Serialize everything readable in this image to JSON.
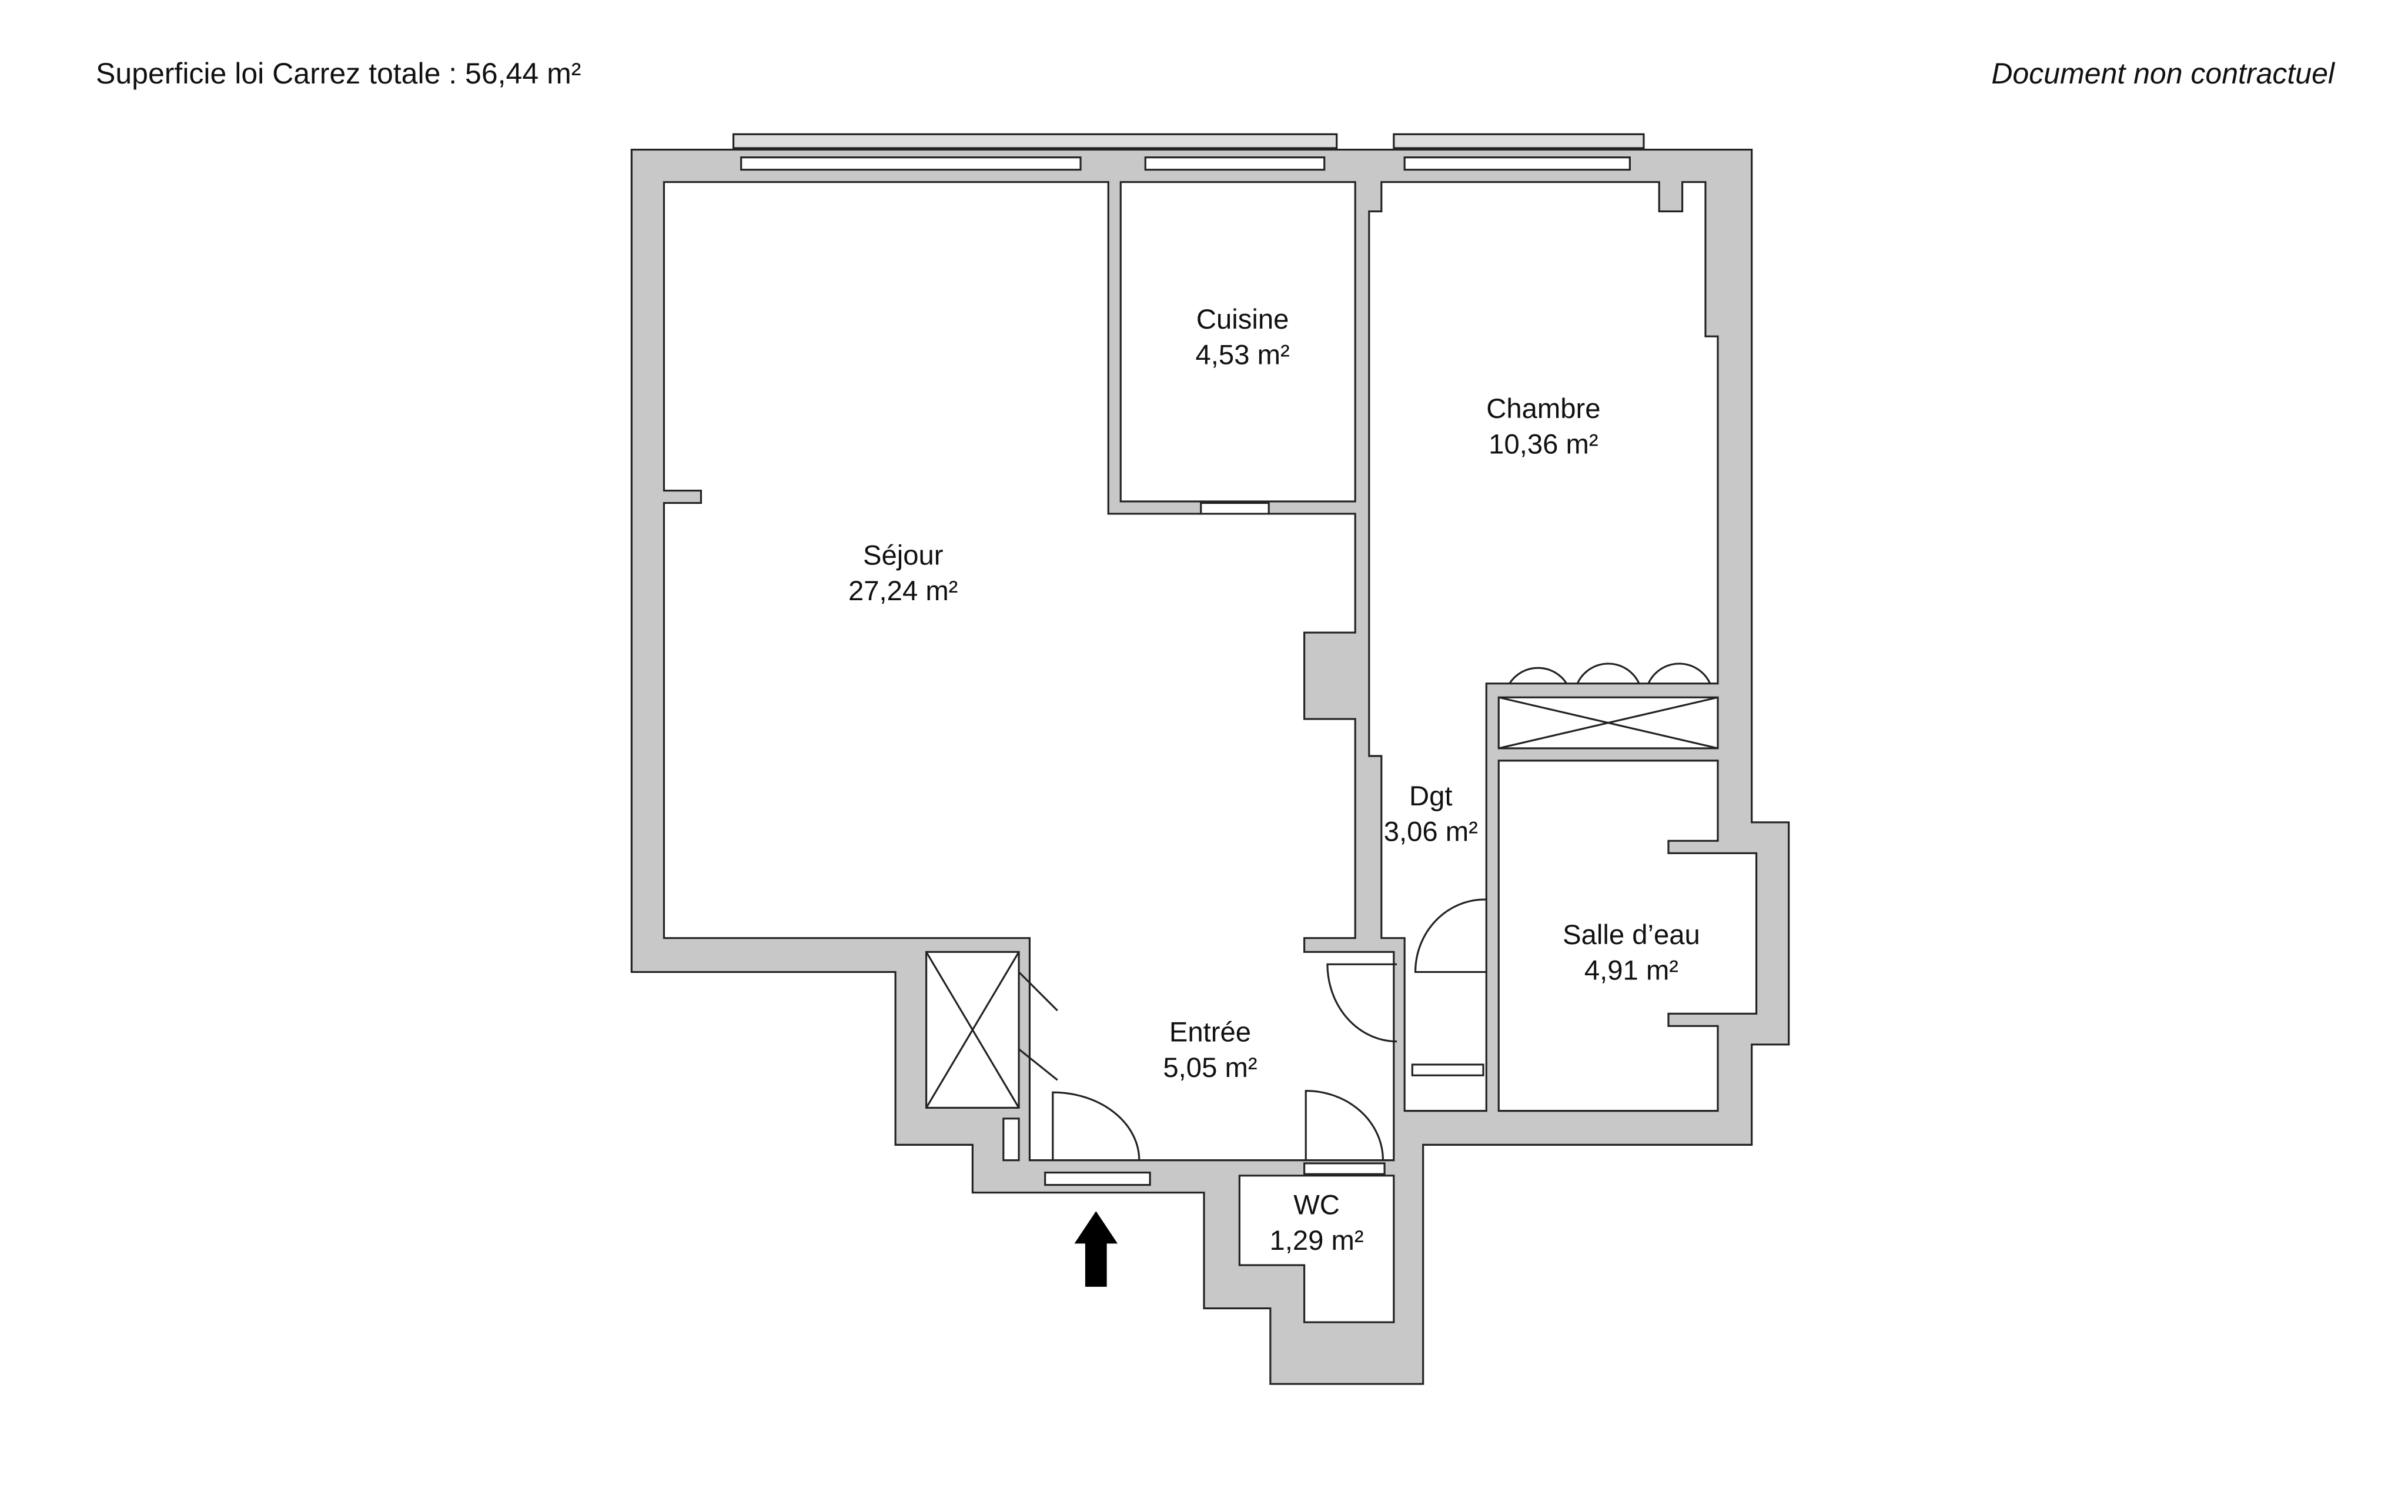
{
  "header": {
    "total_area": "Superficie loi Carrez totale : 56,44 m²",
    "disclaimer": "Document non contractuel"
  },
  "rooms": [
    {
      "name": "Séjour",
      "area": "27,24 m²"
    },
    {
      "name": "Cuisine",
      "area": "4,53 m²"
    },
    {
      "name": "Chambre",
      "area": "10,36 m²"
    },
    {
      "name": "Dgt",
      "area": "3,06 m²"
    },
    {
      "name": "Salle d’eau",
      "area": "4,91 m²"
    },
    {
      "name": "Entrée",
      "area": "5,05 m²"
    },
    {
      "name": "WC",
      "area": "1,29 m²"
    }
  ],
  "colors": {
    "wall": "#c8c8c8",
    "line": "#222222"
  }
}
